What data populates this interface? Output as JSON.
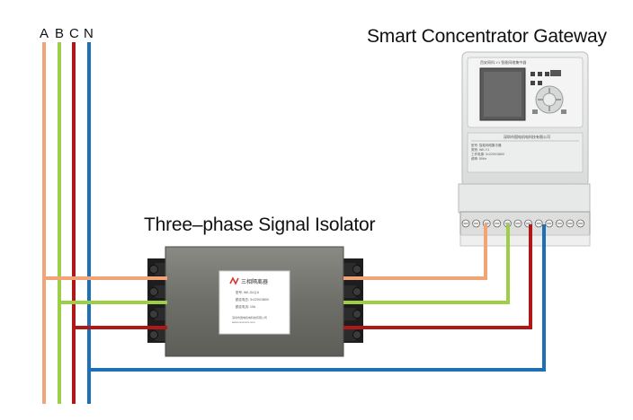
{
  "phase_labels": [
    "A",
    "B",
    "C",
    "N"
  ],
  "gateway": {
    "title": "Smart Concentrator Gateway",
    "model_text": "西安网科-Y1 智能网络集中器",
    "company_text": "深圳市国电机电科技有限公司",
    "nameplate_lines": [
      "型号: 智能网络集中器",
      "类别: WK-Y1",
      "工作电源: 3×220V/380V",
      "频率: 50Hz"
    ]
  },
  "isolator": {
    "title": "Three–phase Signal Isolator",
    "label_title": "三相隔离器",
    "label_lines": [
      "型号: WK-GLQ-Ⅱ",
      "额定电压: 3×220V/380V",
      "额定电流: 10A"
    ],
    "label_footer": [
      "深圳市国电机电科技有限公司",
      "www.xxxxxxxx.com"
    ]
  },
  "colors": {
    "phase_a": "#f2a477",
    "phase_b": "#9ccf45",
    "phase_c": "#b01818",
    "neutral": "#1d6fb8"
  }
}
